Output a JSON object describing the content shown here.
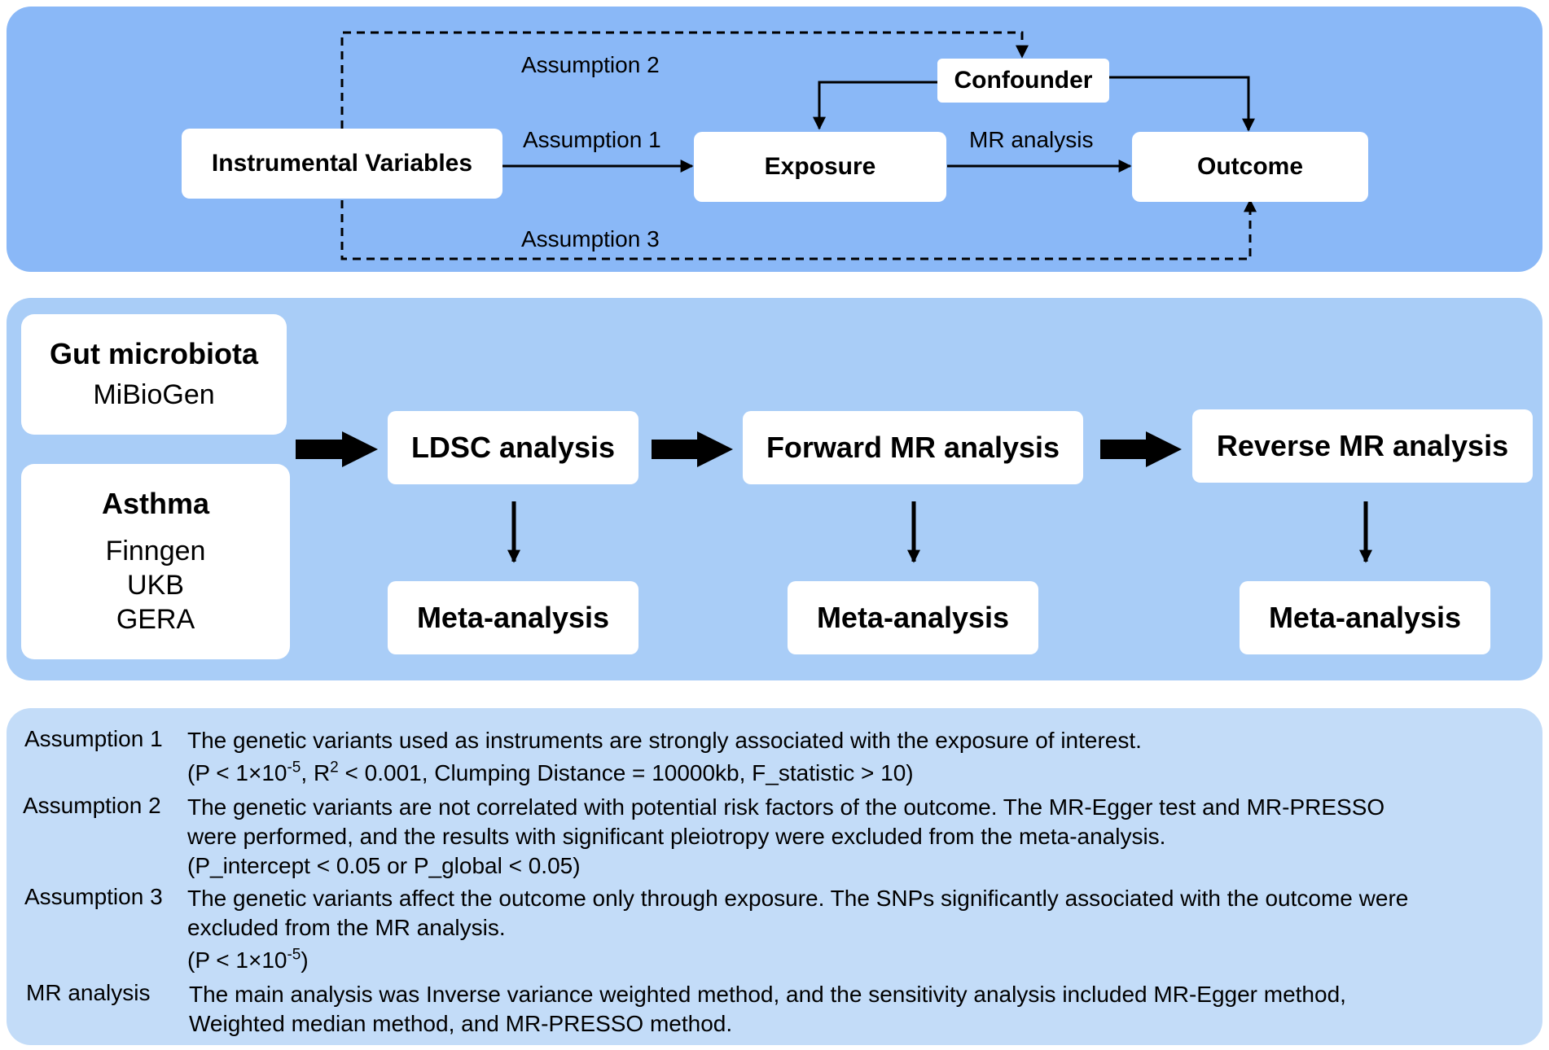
{
  "model": {
    "instrumental": "Instrumental Variables",
    "exposure": "Exposure",
    "outcome": "Outcome",
    "confounder": "Confounder",
    "assumption1": "Assumption 1",
    "assumption2": "Assumption 2",
    "assumption3": "Assumption 3",
    "mr_analysis": "MR analysis"
  },
  "workflow": {
    "gut_title": "Gut microbiota",
    "gut_source": "MiBioGen",
    "asthma_title": "Asthma",
    "asthma_sources": [
      "Finngen",
      "UKB",
      "GERA"
    ],
    "ldsc": "LDSC analysis",
    "forward": "Forward MR analysis",
    "reverse": "Reverse MR analysis",
    "meta": "Meta-analysis"
  },
  "assumptions": [
    {
      "title": "Assumption 1",
      "text": [
        "The genetic variants used as instruments are strongly associated with the exposure of interest."
      ],
      "criteria": {
        "pre": "(P < 1×10",
        "sup1": "-5",
        "mid": ", R",
        "sup2": "2",
        "post": " < 0.001, Clumping Distance = 10000kb, F_statistic > 10)"
      }
    },
    {
      "title": "Assumption 2",
      "text": [
        "The genetic variants are not correlated with potential risk factors of the outcome. The MR-Egger test and MR-PRESSO",
        "were performed, and the results with significant pleiotropy were excluded from the meta-analysis.",
        "(P_intercept < 0.05 or P_global < 0.05)"
      ]
    },
    {
      "title": "Assumption 3",
      "text": [
        "The genetic variants affect the outcome only through exposure. The SNPs significantly associated with the outcome were",
        "excluded from the MR analysis."
      ],
      "criteria": {
        "pre": "(P < 1×10",
        "sup1": "-5",
        "post": ")"
      }
    },
    {
      "title": "MR analysis",
      "text": [
        "The main analysis was Inverse variance weighted method, and the sensitivity analysis included MR-Egger method,",
        "Weighted median method, and MR-PRESSO method."
      ]
    }
  ]
}
